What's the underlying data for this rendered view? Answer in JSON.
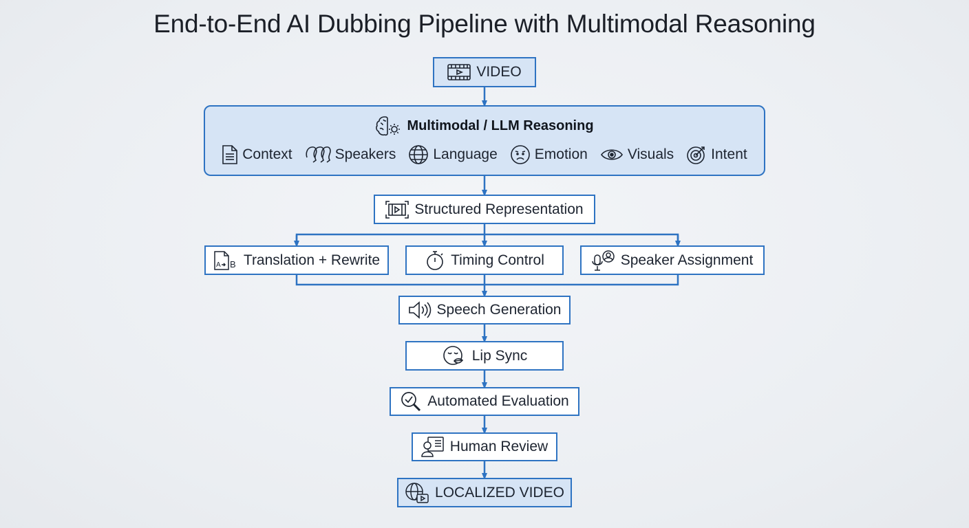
{
  "title": "End-to-End AI Dubbing Pipeline with Multimodal Reasoning",
  "colors": {
    "accent": "#2e73c2",
    "fill": "#d6e4f5",
    "background": "#eceff3"
  },
  "nodes": {
    "video": {
      "label": "VIDEO",
      "icon": "film-icon"
    },
    "llm": {
      "label": "Multimodal / LLM Reasoning",
      "icon": "brain-gear-icon",
      "items": [
        {
          "label": "Context",
          "icon": "document-icon"
        },
        {
          "label": "Speakers",
          "icon": "speakers-icon"
        },
        {
          "label": "Language",
          "icon": "globe-icon"
        },
        {
          "label": "Emotion",
          "icon": "face-icon"
        },
        {
          "label": "Visuals",
          "icon": "eye-icon"
        },
        {
          "label": "Intent",
          "icon": "target-icon"
        }
      ]
    },
    "structured": {
      "label": "Structured Representation",
      "icon": "frame-icon"
    },
    "translation": {
      "label": "Translation + Rewrite",
      "icon": "translate-icon"
    },
    "timing": {
      "label": "Timing Control",
      "icon": "stopwatch-icon"
    },
    "speaker": {
      "label": "Speaker Assignment",
      "icon": "mic-person-icon"
    },
    "speech": {
      "label": "Speech Generation",
      "icon": "speaker-icon"
    },
    "lipsync": {
      "label": "Lip Sync",
      "icon": "lips-icon"
    },
    "evaluation": {
      "label": "Automated Evaluation",
      "icon": "magnifier-check-icon"
    },
    "review": {
      "label": "Human Review",
      "icon": "reviewer-icon"
    },
    "output": {
      "label": "LOCALIZED VIDEO",
      "icon": "globe-video-icon"
    }
  }
}
